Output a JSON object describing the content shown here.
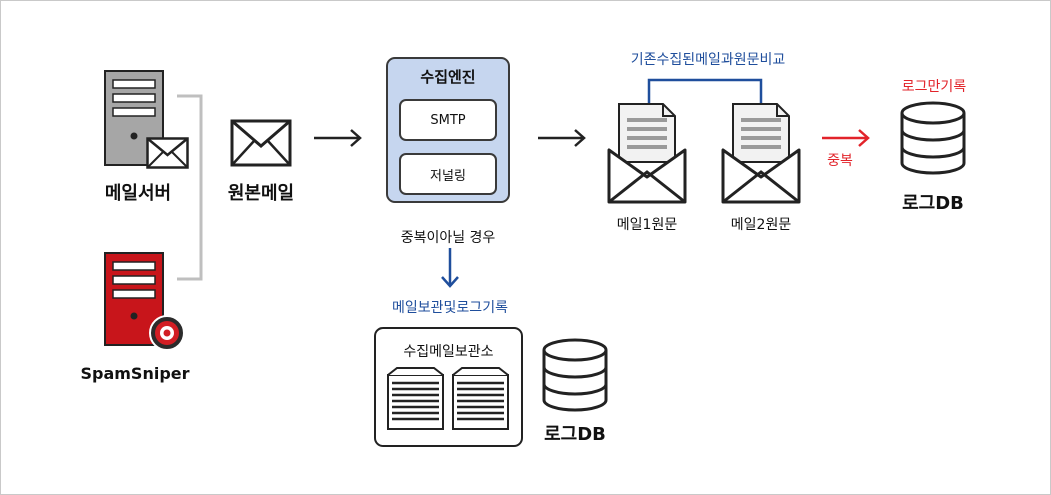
{
  "mail_server": {
    "label": "메일서버"
  },
  "spamsniper": {
    "label": "SpamSniper"
  },
  "original_mail": {
    "label": "원본메일"
  },
  "engine": {
    "title": "수집엔진",
    "modules": [
      "SMTP",
      "저널링"
    ]
  },
  "not_duplicate": {
    "label": "중복이아닐 경우"
  },
  "archive_flow": {
    "label": "메일보관및로그기록"
  },
  "archive_box": {
    "title": "수집메일보관소"
  },
  "archive_db": {
    "label": "로그DB"
  },
  "compare": {
    "label": "기존수집된메일과원문비교",
    "mail1": "메일1원문",
    "mail2": "메일2원문"
  },
  "log_only": {
    "label": "로그만기록"
  },
  "duplicate": {
    "label": "중복"
  },
  "log_db": {
    "label": "로그DB"
  },
  "colors": {
    "accent_blue": "#1f4e9c",
    "accent_red": "#e2232a",
    "engine_fill": "#c6d6ef",
    "server_gray": "#a6a6a6",
    "server_red": "#c8151b"
  },
  "icons": [
    "server-icon",
    "envelope-icon",
    "red-server-icon",
    "spamsniper-badge-icon",
    "open-envelope-icon",
    "database-icon",
    "document-stack-icon",
    "arrow-icon"
  ]
}
